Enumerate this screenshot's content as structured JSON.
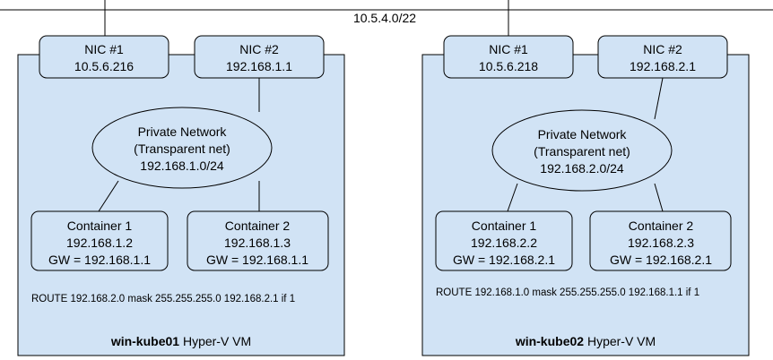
{
  "network": {
    "subnet_label": "10.5.4.0/22"
  },
  "vms": [
    {
      "nic1": {
        "name": "NIC #1",
        "ip": "10.5.6.216"
      },
      "nic2": {
        "name": "NIC #2",
        "ip": "192.168.1.1"
      },
      "private_network": {
        "name": "Private Network",
        "type": "(Transparent net)",
        "cidr": "192.168.1.0/24"
      },
      "containers": [
        {
          "name": "Container 1",
          "ip": "192.168.1.2",
          "gw": "GW = 192.168.1.1"
        },
        {
          "name": "Container 2",
          "ip": "192.168.1.3",
          "gw": "GW = 192.168.1.1"
        }
      ],
      "route": "ROUTE 192.168.2.0 mask 255.255.255.0 192.168.2.1 if 1",
      "host_name": "win-kube01",
      "host_suffix": " Hyper-V VM"
    },
    {
      "nic1": {
        "name": "NIC #1",
        "ip": "10.5.6.218"
      },
      "nic2": {
        "name": "NIC #2",
        "ip": "192.168.2.1"
      },
      "private_network": {
        "name": "Private Network",
        "type": "(Transparent net)",
        "cidr": "192.168.2.0/24"
      },
      "containers": [
        {
          "name": "Container 1",
          "ip": "192.168.2.2",
          "gw": "GW = 192.168.2.1"
        },
        {
          "name": "Container 2",
          "ip": "192.168.2.3",
          "gw": "GW = 192.168.2.1"
        }
      ],
      "route": "ROUTE 192.168.1.0 mask 255.255.255.0 192.168.1.1 if 1",
      "host_name": "win-kube02",
      "host_suffix": " Hyper-V VM"
    }
  ]
}
